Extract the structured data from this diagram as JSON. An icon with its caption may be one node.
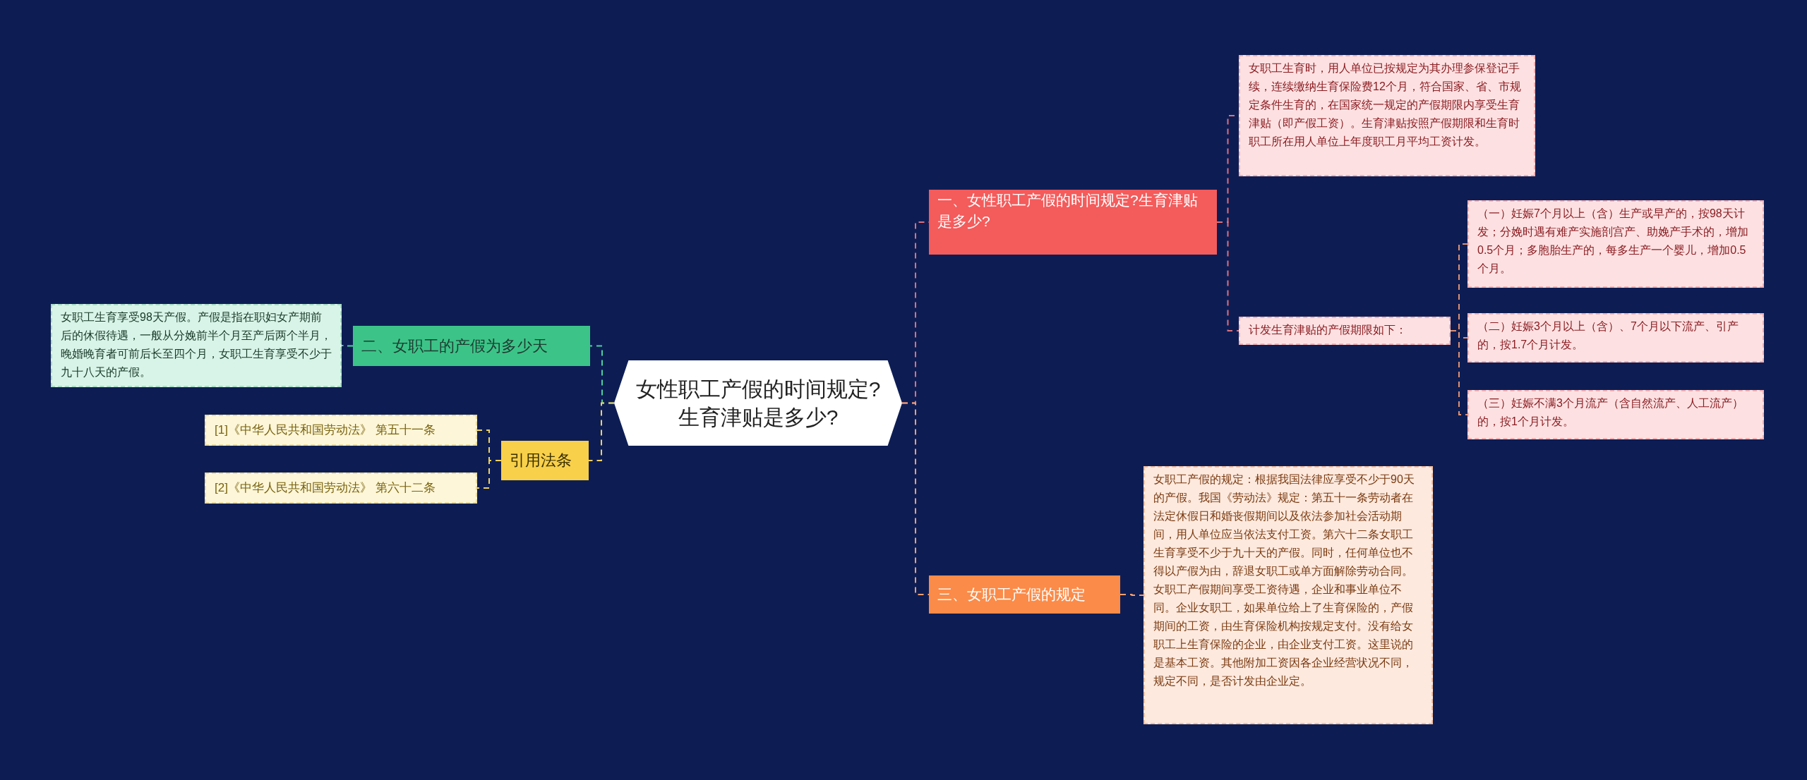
{
  "diagram": {
    "nodes": [
      {
        "text": [
          "女性职工产假的时间规定?生育津贴是多少?"
        ]
      },
      {
        "text": [
          "一、女性职工产假的时间规定?生育津贴是多少?"
        ]
      },
      {
        "text": [
          "女职工生育时，用人单位已按规定为其办理参保登记手续，连续缴纳生育保险费12个月，符合国家、省、市规定条件生育的，在国家统一规定的产假期限内享受生育津贴（即产假工资）。生育津贴按照产假期限和生育时职工所在用人单位上年度职工月平均工资计发。"
        ]
      },
      {
        "text": [
          "计发生育津贴的产假期限如下："
        ]
      },
      {
        "text": [
          "（一）妊娠7个月以上（含）生产或早产的，按98天计发；分娩时遇有难产实施剖宫产、助娩产手术的，增加0.5个月；多胞胎生产的，每多生产一个婴儿，增加0.5个月。"
        ]
      },
      {
        "text": [
          "（二）妊娠3个月以上（含）、7个月以下流产、引产的，按1.7个月计发。"
        ]
      },
      {
        "text": [
          "（三）妊娠不满3个月流产（含自然流产、人工流产）的，按1个月计发。"
        ]
      },
      {
        "text": [
          "三、女职工产假的规定"
        ]
      },
      {
        "text": [
          "女职工产假的规定：根据我国法律应享受不少于90天的产假。我国《劳动法》规定：第五十一条劳动者在法定休假日和婚丧假期间以及依法参加社会活动期间，用人单位应当依法支付工资。第六十二条女职工生育享受不少于九十天的产假。同时，任何单位也不得以产假为由，辞退女职工或单方面解除劳动合同。女职工产假期间享受工资待遇，企业和事业单位不同。企业女职工，如果单位给上了生育保险的，产假期间的工资，由生育保险机构按规定支付。没有给女职工上生育保险的企业，由企业支付工资。这里说的是基本工资。其他附加工资因各企业经营状况不同，规定不同，是否计发由企业定。"
        ]
      },
      {
        "text": [
          "二、女职工的产假为多少天"
        ]
      },
      {
        "text": [
          "女职工生育享受98天产假。产假是指在职妇女产期前后的休假待遇，一般从分娩前半个月至产后两个半月，晚婚晚育者可前后长至四个月，女职工生育享受不少于九十八天的产假。"
        ]
      },
      {
        "text": [
          "引用法条"
        ]
      },
      {
        "text": [
          "[1]《中华人民共和国劳动法》 第五十一条"
        ]
      },
      {
        "text": [
          "[2]《中华人民共和国劳动法》 第六十二条"
        ]
      }
    ],
    "edges": [
      {
        "from": 0,
        "to": 1,
        "arrow": "none",
        "style": "dashed",
        "color": "#e0707a"
      },
      {
        "from": 0,
        "to": 7,
        "arrow": "none",
        "style": "dashed",
        "color": "#f0a070"
      },
      {
        "from": 0,
        "to": 9,
        "arrow": "none",
        "style": "dashed",
        "color": "#4fd0a0"
      },
      {
        "from": 0,
        "to": 11,
        "arrow": "none",
        "style": "dashed",
        "color": "#f0d060"
      },
      {
        "from": 1,
        "to": 2,
        "arrow": "none",
        "style": "dashed",
        "color": "#e0707a"
      },
      {
        "from": 1,
        "to": 3,
        "arrow": "none",
        "style": "dashed",
        "color": "#e0707a"
      },
      {
        "from": 3,
        "to": 4,
        "arrow": "none",
        "style": "dashed",
        "color": "#e09070"
      },
      {
        "from": 3,
        "to": 5,
        "arrow": "none",
        "style": "dashed",
        "color": "#e09070"
      },
      {
        "from": 3,
        "to": 6,
        "arrow": "none",
        "style": "dashed",
        "color": "#e09070"
      },
      {
        "from": 7,
        "to": 8,
        "arrow": "none",
        "style": "dashed",
        "color": "#f0a070"
      },
      {
        "from": 9,
        "to": 10,
        "arrow": "none",
        "style": "dashed",
        "color": "#4fd0a0"
      },
      {
        "from": 11,
        "to": 12,
        "arrow": "none",
        "style": "dashed",
        "color": "#f0d060"
      },
      {
        "from": 11,
        "to": 13,
        "arrow": "none",
        "style": "dashed",
        "color": "#f0d060"
      }
    ]
  }
}
